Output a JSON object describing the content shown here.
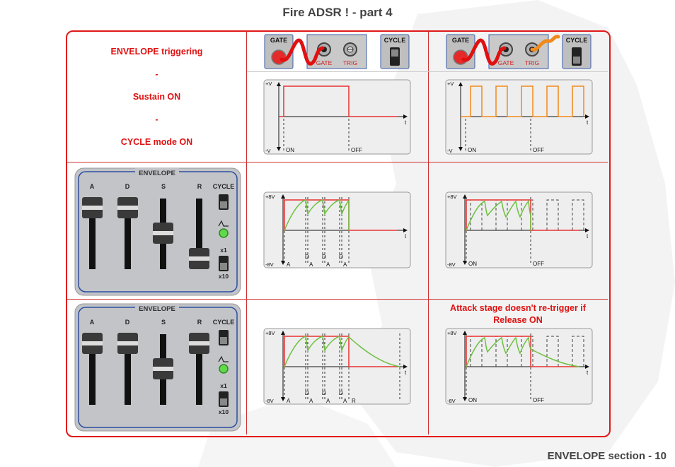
{
  "page": {
    "title": "Fire ADSR ! - part 4",
    "footer": "ENVELOPE section - 10"
  },
  "description_cell": {
    "line1": "ENVELOPE triggering",
    "sep1": "-",
    "line2": "Sustain ON",
    "sep2": "-",
    "line3": "CYCLE mode ON"
  },
  "note": {
    "line1": "Attack stage doesn't re-trigger if",
    "line2": "Release ON"
  },
  "switch_panel": {
    "gate_label": "GATE",
    "cycle_label": "CYCLE",
    "jack_gate_label": "GATE",
    "jack_trig_label": "TRIG"
  },
  "envelope_panel": {
    "title": "ENVELOPE",
    "a_label": "A",
    "d_label": "D",
    "s_label": "S",
    "r_label": "R",
    "cycle_label": "CYCLE",
    "x1_label": "x1",
    "x10_label": "x10"
  },
  "graph_labels": {
    "plus_v": "+V",
    "minus_v": "-V",
    "plus_8v": "+8V",
    "minus_8v": "-8V",
    "t": "t",
    "on": "ON",
    "off": "OFF",
    "a": "A",
    "d": "D",
    "r": "R"
  },
  "colors": {
    "frame": "#e01818",
    "text_red": "#e01010",
    "gate_trace": "#e83030",
    "cycle_trace": "#f08a1c",
    "envelope_curve": "#6cc040",
    "graph_bg": "#eeeeee",
    "cable_red": "#e01010",
    "cable_orange": "#f08a1c"
  }
}
